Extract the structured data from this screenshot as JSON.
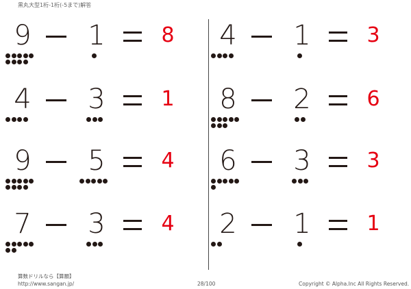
{
  "title": "黒丸大型1桁-1桁(-5まで)解答",
  "problems": [
    {
      "a": "9",
      "b": "1",
      "answer": "8",
      "a_dots": 9,
      "b_dots": 1
    },
    {
      "a": "4",
      "b": "3",
      "answer": "1",
      "a_dots": 4,
      "b_dots": 3
    },
    {
      "a": "9",
      "b": "5",
      "answer": "4",
      "a_dots": 9,
      "b_dots": 5
    },
    {
      "a": "7",
      "b": "3",
      "answer": "4",
      "a_dots": 7,
      "b_dots": 3
    },
    {
      "a": "4",
      "b": "1",
      "answer": "3",
      "a_dots": 4,
      "b_dots": 1
    },
    {
      "a": "8",
      "b": "2",
      "answer": "6",
      "a_dots": 8,
      "b_dots": 2
    },
    {
      "a": "6",
      "b": "3",
      "answer": "3",
      "a_dots": 6,
      "b_dots": 3
    },
    {
      "a": "2",
      "b": "1",
      "answer": "1",
      "a_dots": 2,
      "b_dots": 1
    }
  ],
  "footer": {
    "brand": "算数ドリルなら【算願】",
    "url": "http://www.sangan.jp/",
    "page": "28/100",
    "copyright": "Copyright © Alpha.Inc All Rights Reserved."
  },
  "colors": {
    "answer": "#e60012",
    "ink": "#231815"
  }
}
